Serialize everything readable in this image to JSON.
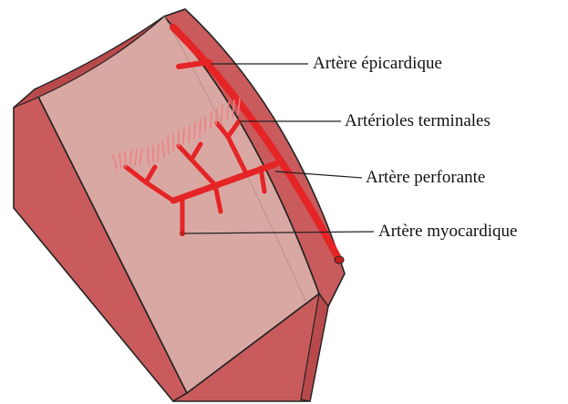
{
  "labels": {
    "epicardial_artery": "Artère épicardique",
    "terminal_arterioles": "Artérioles terminales",
    "perforating_artery": "Artère perforante",
    "myocardial_artery": "Artère myocardique"
  },
  "colors": {
    "tissue_face": "#d9a8a3",
    "tissue_side": "#c95b5c",
    "tissue_side_dark": "#b94a4c",
    "outline": "#222222",
    "artery": "#e52426",
    "artery_light": "#ee8080",
    "leader_line": "#222222"
  }
}
